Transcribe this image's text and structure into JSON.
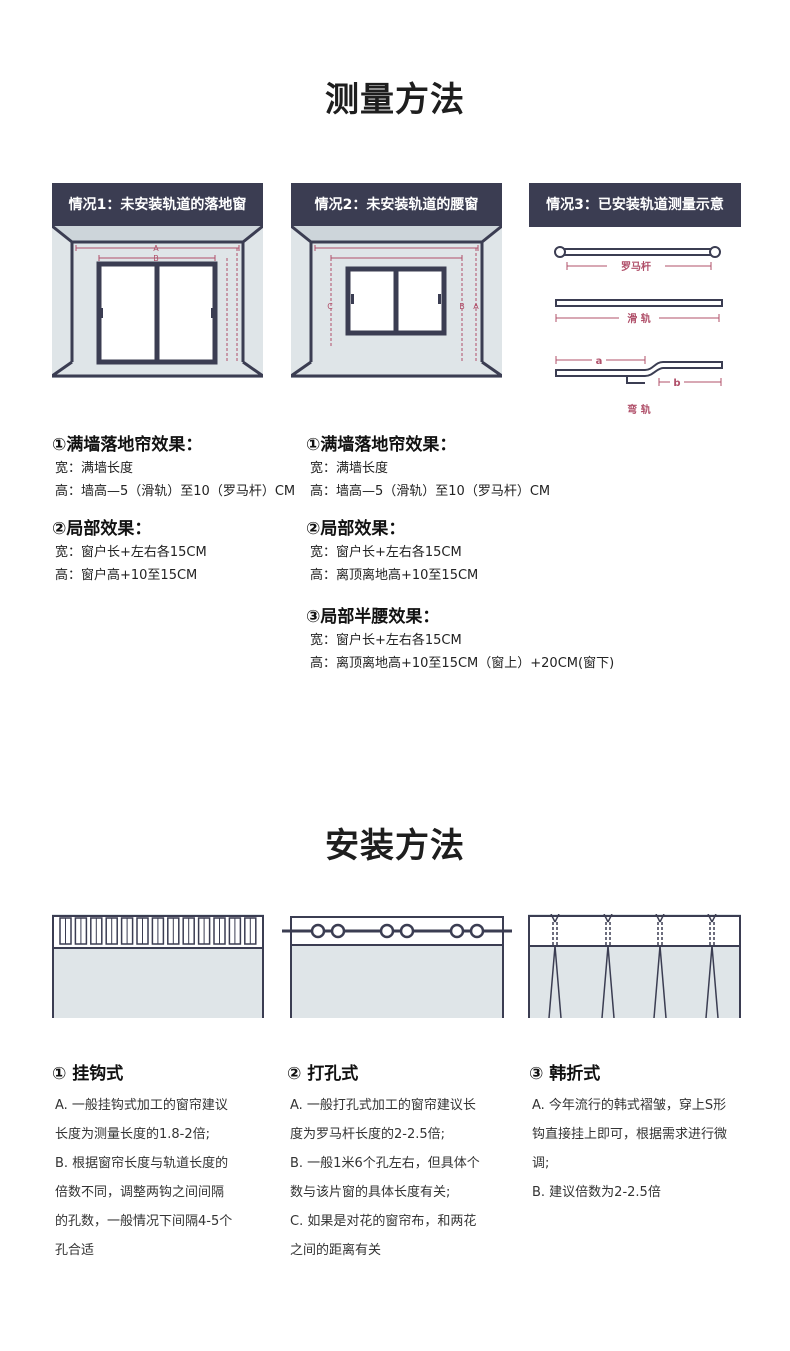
{
  "measure": {
    "title": "测量方法",
    "cases": [
      {
        "header": "情况1：未安装轨道的落地窗",
        "labels": [
          "A",
          "B"
        ]
      },
      {
        "header": "情况2：未安装轨道的腰窗",
        "labels": [
          "A",
          "B",
          "C"
        ]
      },
      {
        "header": "情况3：已安装轨道测量示意",
        "labels": [
          "罗马杆",
          "滑 轨",
          "a",
          "b",
          "弯 轨"
        ]
      }
    ],
    "left_col": [
      {
        "heading": "①满墙落地帘效果：",
        "lines": [
          "宽：满墙长度",
          "高：墙高—5（滑轨）至10（罗马杆）CM"
        ]
      },
      {
        "heading": "②局部效果：",
        "lines": [
          "宽：窗户长+左右各15CM",
          "高：窗户高+10至15CM"
        ]
      }
    ],
    "right_col": [
      {
        "heading": "①满墙落地帘效果：",
        "lines": [
          "宽：满墙长度",
          "高：墙高—5（滑轨）至10（罗马杆）CM"
        ]
      },
      {
        "heading": "②局部效果：",
        "lines": [
          "宽：窗户长+左右各15CM",
          "高：离顶离地高+10至15CM"
        ]
      },
      {
        "heading": "③局部半腰效果：",
        "lines": [
          "宽：窗户长+左右各15CM",
          "高：离顶离地高+10至15CM（窗上）+20CM(窗下)"
        ]
      }
    ]
  },
  "install": {
    "title": "安装方法",
    "methods": [
      {
        "heading": "①  挂钩式",
        "lines": [
          "A. 一般挂钩式加工的窗帘建议",
          "长度为测量长度的1.8-2倍;",
          "B. 根据窗帘长度与轨道长度的",
          "倍数不同，调整两钩之间间隔",
          "的孔数，一般情况下间隔4-5个",
          "孔合适"
        ]
      },
      {
        "heading": "②  打孔式",
        "lines": [
          "A. 一般打孔式加工的窗帘建议长",
          "度为罗马杆长度的2-2.5倍;",
          "B. 一般1米6个孔左右，但具体个",
          "数与该片窗的具体长度有关;",
          "C. 如果是对花的窗帘布，和两花",
          "之间的距离有关"
        ]
      },
      {
        "heading": "③  韩折式",
        "lines": [
          "A. 今年流行的韩式褶皱，穿上S形",
          "钩直接挂上即可，根据需求进行微",
          "调;",
          "B. 建议倍数为2-2.5倍"
        ]
      }
    ]
  },
  "colors": {
    "navy": "#3b3d52",
    "wall": "#dfe5e8",
    "measure": "#b0506a"
  }
}
